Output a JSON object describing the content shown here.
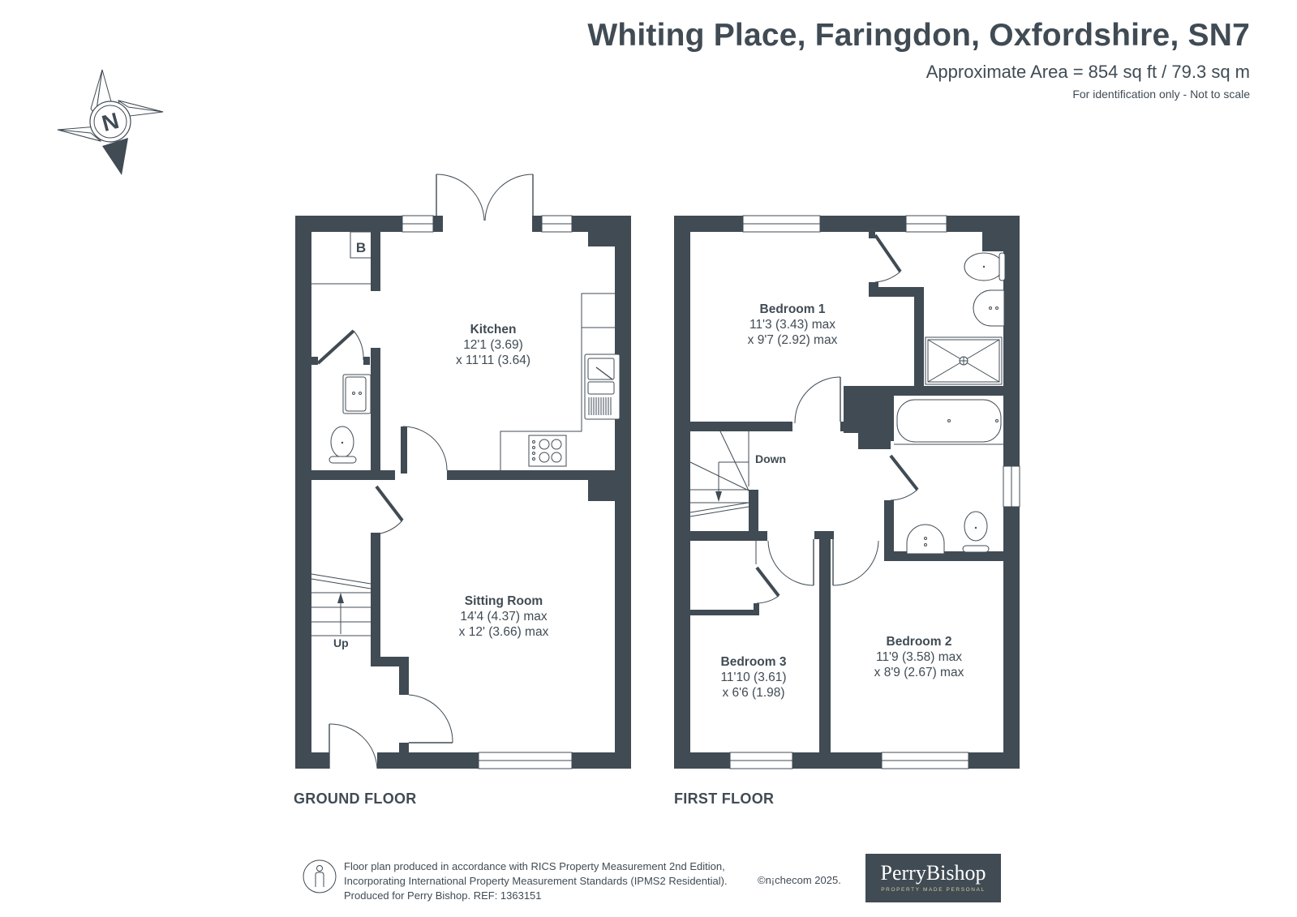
{
  "header": {
    "title": "Whiting Place, Faringdon, Oxfordshire, SN7",
    "area": "Approximate Area = 854 sq ft / 79.3 sq m",
    "disclaimer": "For identification only - Not to scale"
  },
  "compass": {
    "icon": "north-compass-icon",
    "letter": "N"
  },
  "floors": [
    {
      "label": "GROUND FLOOR",
      "rooms": [
        {
          "name": "Kitchen",
          "dim1": "12'1 (3.69)",
          "dim2": "x 11'11 (3.64)"
        },
        {
          "name": "Sitting Room",
          "dim1": "14'4 (4.37) max",
          "dim2": "x 12' (3.66) max"
        }
      ],
      "annotations": {
        "boiler": "B",
        "stairs": "Up"
      }
    },
    {
      "label": "FIRST FLOOR",
      "rooms": [
        {
          "name": "Bedroom 1",
          "dim1": "11'3 (3.43) max",
          "dim2": "x 9'7 (2.92) max"
        },
        {
          "name": "Bedroom 2",
          "dim1": "11'9 (3.58) max",
          "dim2": "x 8'9 (2.67) max"
        },
        {
          "name": "Bedroom 3",
          "dim1": "11'10 (3.61)",
          "dim2": "x 6'6 (1.98)"
        }
      ],
      "annotations": {
        "stairs": "Down"
      }
    }
  ],
  "footer": {
    "line1": "Floor plan produced in accordance with RICS Property Measurement 2nd Edition,",
    "line2": "Incorporating International Property Measurement Standards (IPMS2 Residential).",
    "line3": "Produced for Perry Bishop.   REF: 1363151",
    "copyright": "©n¡checom 2025.",
    "logo_brand": "PerryBishop",
    "logo_tagline": "PROPERTY MADE PERSONAL"
  },
  "colors": {
    "wall": "#404b54",
    "text": "#404b54",
    "logo_bg": "#404b54",
    "tagline": "#d9c8a0"
  }
}
